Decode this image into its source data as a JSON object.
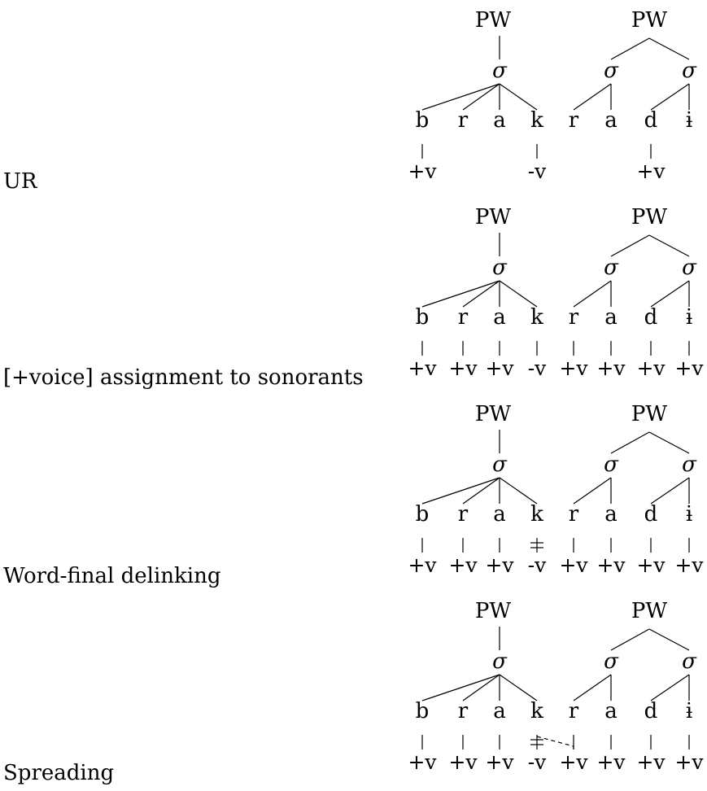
{
  "steps": [
    {
      "label": "UR",
      "words": [
        {
          "root": "PW",
          "syllables": [
            "σ"
          ],
          "segments": [
            "b",
            "r",
            "a",
            "k"
          ],
          "syllable_of_segment": [
            0,
            0,
            0,
            0
          ],
          "features": [
            "+v",
            "",
            "",
            "-v"
          ],
          "delinked": [
            false,
            false,
            false,
            false
          ]
        },
        {
          "root": "PW",
          "syllables": [
            "σ",
            "σ"
          ],
          "segments": [
            "r",
            "a",
            "d",
            "ɨ"
          ],
          "syllable_of_segment": [
            0,
            0,
            1,
            1
          ],
          "features": [
            "",
            "",
            "+v",
            ""
          ],
          "delinked": [
            false,
            false,
            false,
            false
          ]
        }
      ],
      "spread": false
    },
    {
      "label": "[+voice] assignment to sonorants",
      "words": [
        {
          "root": "PW",
          "syllables": [
            "σ"
          ],
          "segments": [
            "b",
            "r",
            "a",
            "k"
          ],
          "syllable_of_segment": [
            0,
            0,
            0,
            0
          ],
          "features": [
            "+v",
            "+v",
            "+v",
            "-v"
          ],
          "delinked": [
            false,
            false,
            false,
            false
          ]
        },
        {
          "root": "PW",
          "syllables": [
            "σ",
            "σ"
          ],
          "segments": [
            "r",
            "a",
            "d",
            "ɨ"
          ],
          "syllable_of_segment": [
            0,
            0,
            1,
            1
          ],
          "features": [
            "+v",
            "+v",
            "+v",
            "+v"
          ],
          "delinked": [
            false,
            false,
            false,
            false
          ]
        }
      ],
      "spread": false
    },
    {
      "label": "Word-final delinking",
      "words": [
        {
          "root": "PW",
          "syllables": [
            "σ"
          ],
          "segments": [
            "b",
            "r",
            "a",
            "k"
          ],
          "syllable_of_segment": [
            0,
            0,
            0,
            0
          ],
          "features": [
            "+v",
            "+v",
            "+v",
            "-v"
          ],
          "delinked": [
            false,
            false,
            false,
            true
          ]
        },
        {
          "root": "PW",
          "syllables": [
            "σ",
            "σ"
          ],
          "segments": [
            "r",
            "a",
            "d",
            "ɨ"
          ],
          "syllable_of_segment": [
            0,
            0,
            1,
            1
          ],
          "features": [
            "+v",
            "+v",
            "+v",
            "+v"
          ],
          "delinked": [
            false,
            false,
            false,
            false
          ]
        }
      ],
      "spread": false
    },
    {
      "label": "Spreading",
      "words": [
        {
          "root": "PW",
          "syllables": [
            "σ"
          ],
          "segments": [
            "b",
            "r",
            "a",
            "k"
          ],
          "syllable_of_segment": [
            0,
            0,
            0,
            0
          ],
          "features": [
            "+v",
            "+v",
            "+v",
            "-v"
          ],
          "delinked": [
            false,
            false,
            false,
            true
          ]
        },
        {
          "root": "PW",
          "syllables": [
            "σ",
            "σ"
          ],
          "segments": [
            "r",
            "a",
            "d",
            "ɨ"
          ],
          "syllable_of_segment": [
            0,
            0,
            1,
            1
          ],
          "features": [
            "+v",
            "+v",
            "+v",
            "+v"
          ],
          "delinked": [
            false,
            false,
            false,
            false
          ]
        }
      ],
      "spread": true
    }
  ]
}
